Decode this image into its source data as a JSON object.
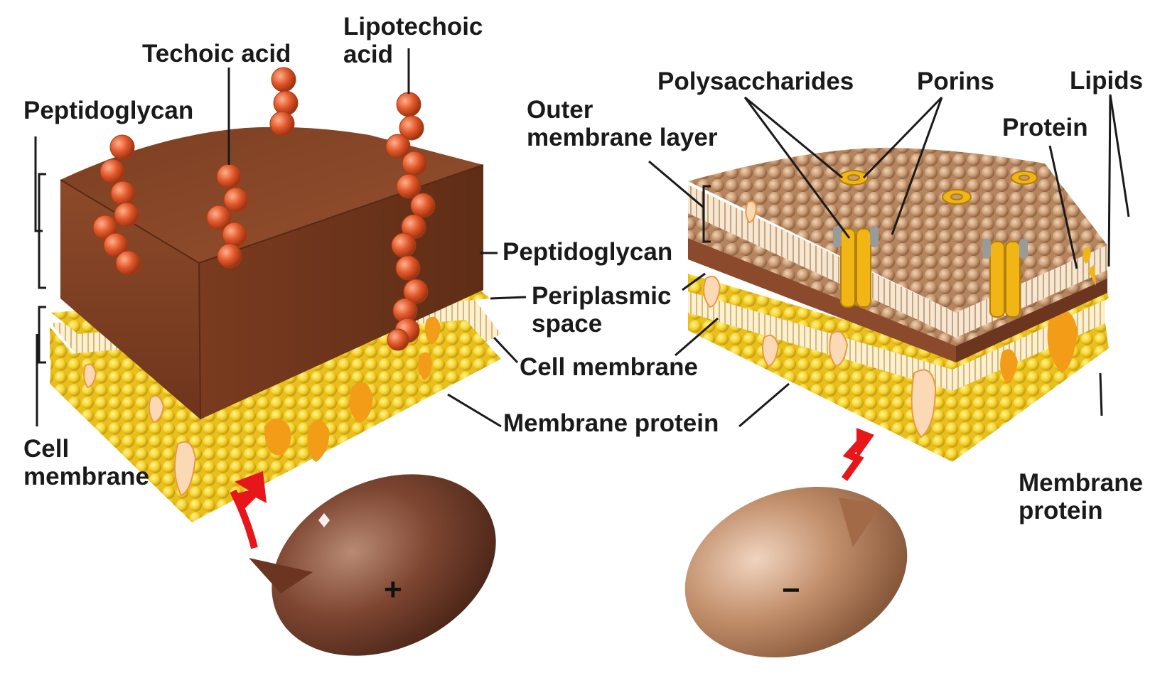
{
  "gram_positive": {
    "labels": {
      "lipoteichoic": "Lipotechoic\nacid",
      "teichoic": "Techoic acid",
      "peptidoglycan": "Peptidoglycan",
      "cell_membrane": "Cell\nmembrane"
    },
    "charge": "+",
    "colors": {
      "peptidoglycan": "#8a4528",
      "lipid_head": "#f4d32a",
      "chain_bead": "#e1572a",
      "cell": "#7d4631"
    }
  },
  "shared_labels": {
    "peptidoglycan": "Peptidoglycan",
    "periplasmic_space": "Periplasmic\nspace",
    "cell_membrane": "Cell membrane",
    "membrane_protein": "Membrane protein"
  },
  "gram_negative": {
    "labels": {
      "polysaccharides": "Polysaccharides",
      "porins": "Porins",
      "lipids": "Lipids",
      "outer_membrane": "Outer\nmembrane layer",
      "protein": "Protein",
      "membrane_protein": "Membrane\nprotein"
    },
    "charge": "−",
    "colors": {
      "outer_membrane_head": "#c99a73",
      "lipid_head": "#f4d32a",
      "porin": "#f1b616",
      "cell": "#c28f6b"
    }
  }
}
